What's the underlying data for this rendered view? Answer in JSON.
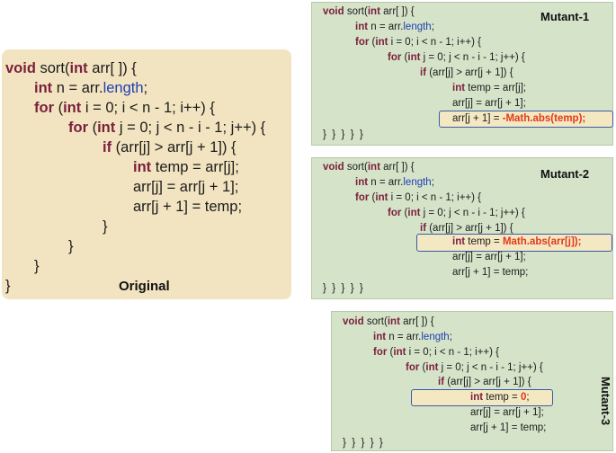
{
  "code": {
    "signature_kw": "void",
    "signature_rest": " sort(",
    "int_kw": "int",
    "signature_param": " arr[ ]) {",
    "mut_signature_param": " arr[ ]) {",
    "n_decl": " n = arr.",
    "length": "length",
    "semicolon": ";",
    "for_kw": "for",
    "for1_mid": " i = 0; i < n - 1; i++) {",
    "for2_mid": " j = 0; j < n - i - 1; j++) {",
    "for_open": " (",
    "if_kw": "if",
    "if_cond": " (arr[j] > arr[j + 1]) {",
    "temp_decl": " temp = arr[j];",
    "temp_prefix": " temp = ",
    "swap1": "arr[j] = arr[j + 1];",
    "swap2": "arr[j + 1] = temp;",
    "swap2_prefix": "arr[j + 1] = ",
    "close": "}",
    "compact_close": "}  }  }  }  }"
  },
  "original": {
    "label": "Original"
  },
  "mutant1": {
    "label": "Mutant-1",
    "mutation": "-Math.abs(temp);"
  },
  "mutant2": {
    "label": "Mutant-2",
    "mutation": "Math.abs(arr[j]);"
  },
  "mutant3": {
    "label": "Mutant-3",
    "mutation": "0",
    "mutation_suffix": ";"
  },
  "colors": {
    "original_bg": "#f2e4c0",
    "mutant_bg": "#d5e3c9",
    "keyword": "#7a1f3d",
    "field": "#1f3fb3",
    "mutation_text": "#e23a1a",
    "highlight_border": "#3b5aa8"
  }
}
